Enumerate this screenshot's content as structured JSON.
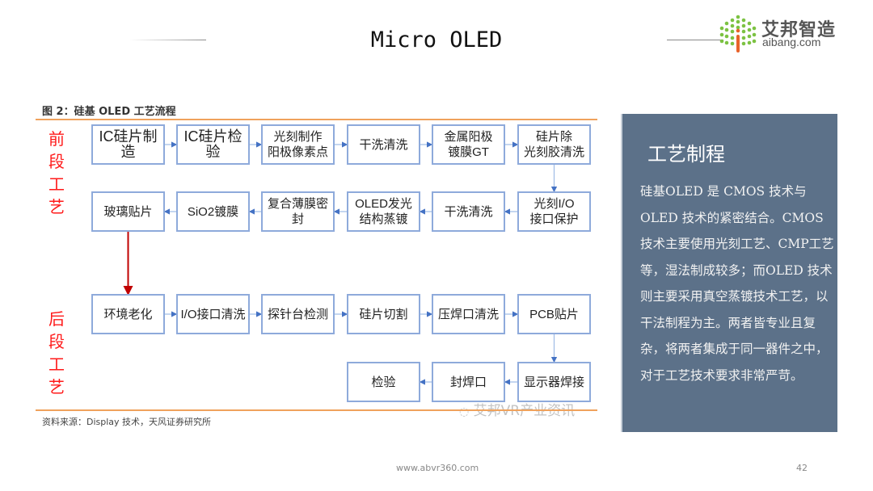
{
  "header": {
    "title": "Micro OLED",
    "logo": {
      "name_cn": "艾邦智造",
      "domain": "aibang.com"
    }
  },
  "figure": {
    "caption": "图 2：硅基 OLED 工艺流程",
    "source": "资料来源：Display 技术，天风证券研究所",
    "watermark": "艾邦VR产业资讯",
    "front_stage_label": [
      "前",
      "段",
      "工",
      "艺"
    ],
    "back_stage_label": [
      "后",
      "段",
      "工",
      "艺"
    ],
    "steps": [
      {
        "id": "s1",
        "label": "IC硅片制造"
      },
      {
        "id": "s2",
        "label": "IC硅片检验"
      },
      {
        "id": "s3",
        "label": "光刻制作\n阳极像素点"
      },
      {
        "id": "s4",
        "label": "干洗清洗"
      },
      {
        "id": "s5",
        "label": "金属阳极\n镀膜GT"
      },
      {
        "id": "s6",
        "label": "硅片除\n光刻胶清洗"
      },
      {
        "id": "s7",
        "label": "光刻I/O\n接口保护"
      },
      {
        "id": "s8",
        "label": "干洗清洗"
      },
      {
        "id": "s9",
        "label": "OLED发光\n结构蒸镀"
      },
      {
        "id": "s10",
        "label": "复合薄膜密封"
      },
      {
        "id": "s11",
        "label": "SiO2镀膜"
      },
      {
        "id": "s12",
        "label": "玻璃贴片"
      },
      {
        "id": "s13",
        "label": "环境老化"
      },
      {
        "id": "s14",
        "label": "I/O接口清洗"
      },
      {
        "id": "s15",
        "label": "探针台检测"
      },
      {
        "id": "s16",
        "label": "硅片切割"
      },
      {
        "id": "s17",
        "label": "压焊口清洗"
      },
      {
        "id": "s18",
        "label": "PCB贴片"
      },
      {
        "id": "s19",
        "label": "显示器焊接"
      },
      {
        "id": "s20",
        "label": "封焊口"
      },
      {
        "id": "s21",
        "label": "检验"
      }
    ],
    "flow": [
      [
        "s1",
        "s2"
      ],
      [
        "s2",
        "s3"
      ],
      [
        "s3",
        "s4"
      ],
      [
        "s4",
        "s5"
      ],
      [
        "s5",
        "s6"
      ],
      [
        "s6",
        "s7"
      ],
      [
        "s7",
        "s8"
      ],
      [
        "s8",
        "s9"
      ],
      [
        "s9",
        "s10"
      ],
      [
        "s10",
        "s11"
      ],
      [
        "s11",
        "s12"
      ],
      [
        "s12",
        "s13"
      ],
      [
        "s13",
        "s14"
      ],
      [
        "s14",
        "s15"
      ],
      [
        "s15",
        "s16"
      ],
      [
        "s16",
        "s17"
      ],
      [
        "s17",
        "s18"
      ],
      [
        "s18",
        "s19"
      ],
      [
        "s19",
        "s20"
      ],
      [
        "s20",
        "s21"
      ]
    ],
    "colors": {
      "box_border": "#8eaadb",
      "arrow": "#4472c4",
      "stage_link": "#c00000",
      "stage_label": "#ff1a1a",
      "rule": "#f0a25c"
    }
  },
  "panel": {
    "title": "工艺制程",
    "body": "硅基OLED 是 CMOS 技术与OLED 技术的紧密结合。CMOS技术主要使用光刻工艺、CMP工艺等，湿法制成较多；而OLED 技术则主要采用真空蒸镀技术工艺，以干法制程为主。两者皆专业且复杂，将两者集成于同一器件之中，对于工艺技术要求非常严苛。",
    "background": "#5c7189"
  },
  "footer": {
    "url": "www.abvr360.com",
    "page": "42"
  }
}
